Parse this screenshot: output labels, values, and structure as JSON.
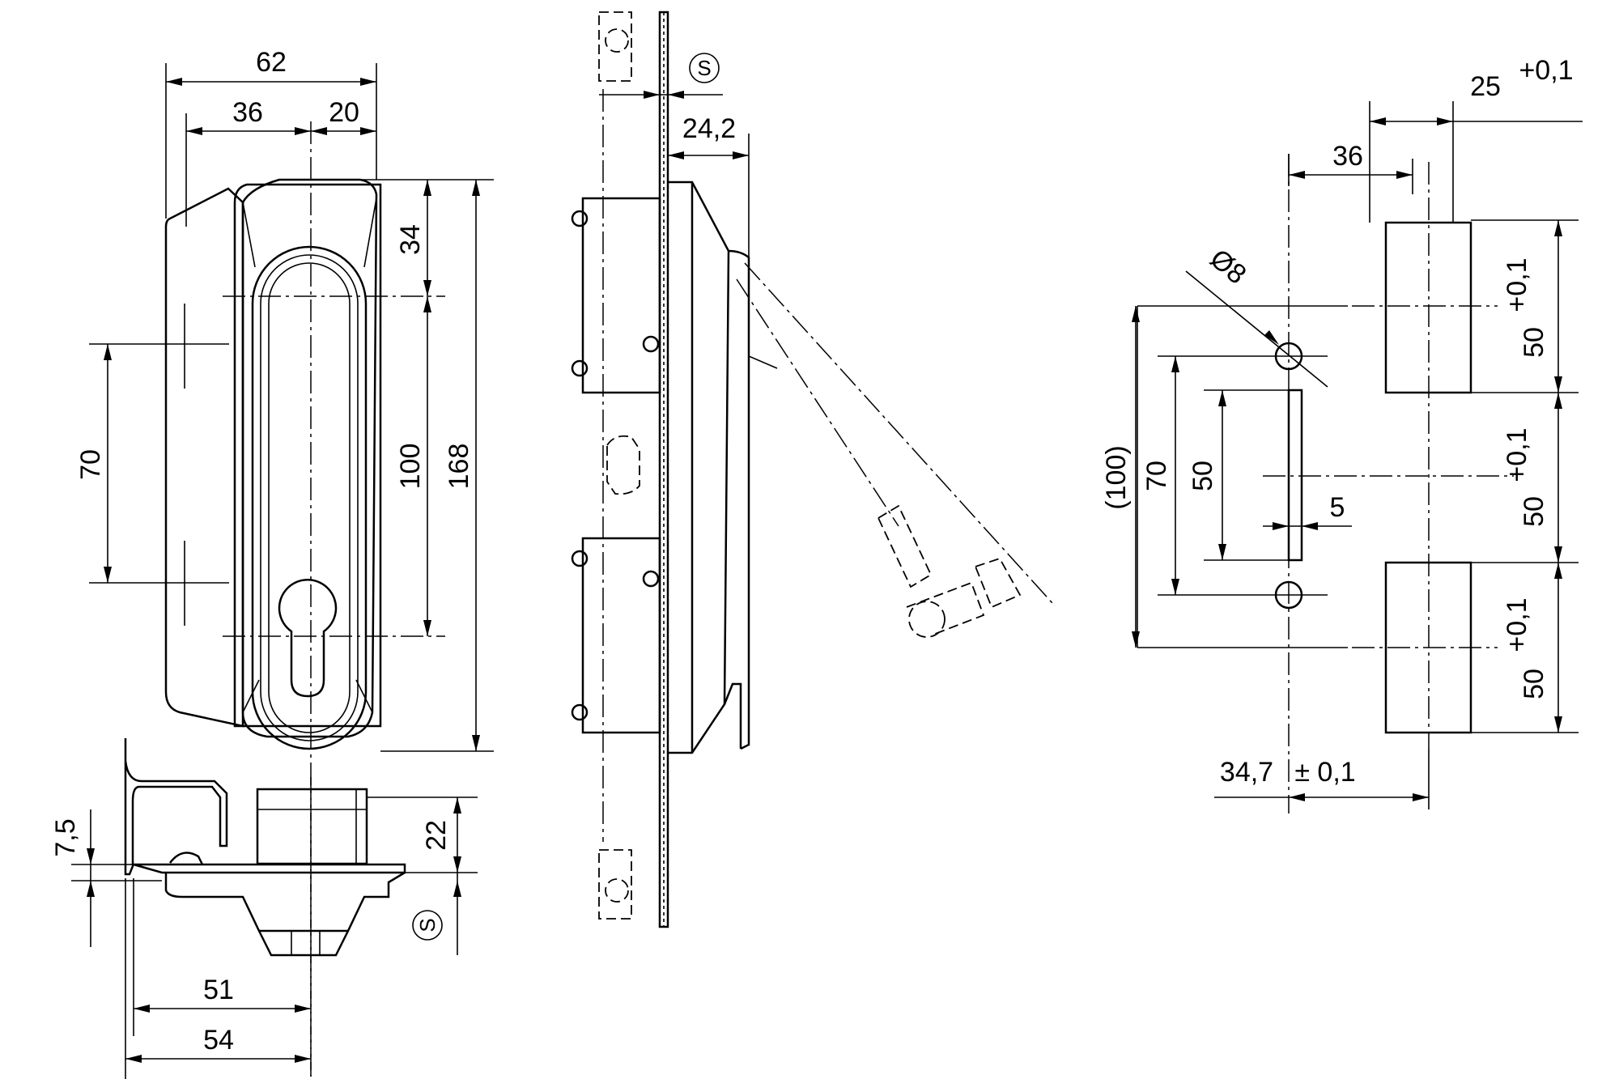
{
  "drawing": {
    "front_view": {
      "dim_width_total": "62",
      "dim_left": "36",
      "dim_right": "20",
      "dim_top": "34",
      "dim_pitch": "100",
      "dim_height": "168",
      "dim_holes": "70"
    },
    "bottom_view": {
      "dim_depth_a": "51",
      "dim_depth_b": "54",
      "dim_offset": "7,5",
      "dim_height": "22",
      "mark_s": "S"
    },
    "side_view": {
      "dim_projection": "24,2",
      "mark_s": "S"
    },
    "cutout": {
      "dim_slot_pos": "25",
      "dim_slot_pos_tol": "+0,1",
      "dim_hole_offset": "36",
      "dim_hole_dia": "Ø8",
      "dim_overall": "(100)",
      "dim_holes": "70",
      "dim_slot_len": "50",
      "dim_slot_width": "5",
      "dim_pitch_1": "50",
      "dim_pitch_1_tol": "+0,1",
      "dim_pitch_2": "50",
      "dim_pitch_2_tol": "+0,1",
      "dim_pitch_3": "50",
      "dim_pitch_3_tol": "+0,1",
      "dim_base": "34,7",
      "dim_base_tol": "± 0,1"
    }
  }
}
